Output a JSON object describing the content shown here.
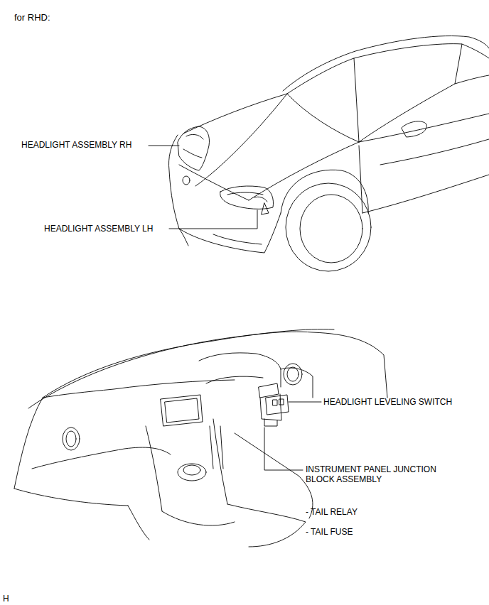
{
  "diagram": {
    "title": "for RHD:",
    "labels": [
      "HEADLIGHT ASSEMBLY RH",
      "HEADLIGHT ASSEMBLY LH",
      "HEADLIGHT LEVELING SWITCH",
      "INSTRUMENT PANEL JUNCTION BLOCK ASSEMBLY",
      "- TAIL RELAY",
      "- TAIL FUSE",
      "H"
    ]
  }
}
